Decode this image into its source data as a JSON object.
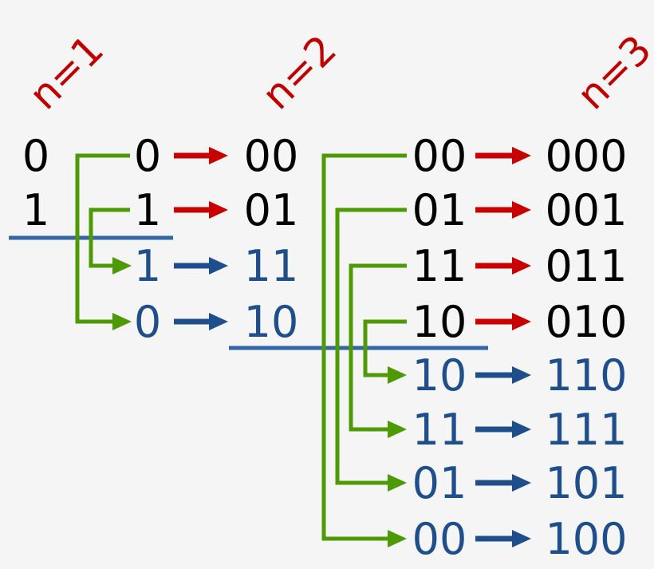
{
  "title": "Reflected binary Gray code construction",
  "colors": {
    "background": "#f5f5f5",
    "original": "#000000",
    "reflected": "#1f4e8c",
    "prefix_zero_arrow": "#c80000",
    "prefix_one_arrow": "#1f4e8c",
    "reflection_bracket": "#4e9a06",
    "mirror_line": "#3465a4",
    "order_label": "#c80000"
  },
  "labels": {
    "n1": "n=1",
    "n2": "n=2",
    "n3": "n=3"
  },
  "stage1": {
    "codes": [
      "0",
      "1"
    ]
  },
  "stage2": {
    "reflected": [
      "0",
      "1",
      "1",
      "0"
    ],
    "codes": [
      "00",
      "01",
      "11",
      "10"
    ]
  },
  "stage3": {
    "reflected": [
      "00",
      "01",
      "11",
      "10",
      "10",
      "11",
      "01",
      "00"
    ],
    "codes": [
      "000",
      "001",
      "011",
      "010",
      "110",
      "111",
      "101",
      "100"
    ]
  }
}
